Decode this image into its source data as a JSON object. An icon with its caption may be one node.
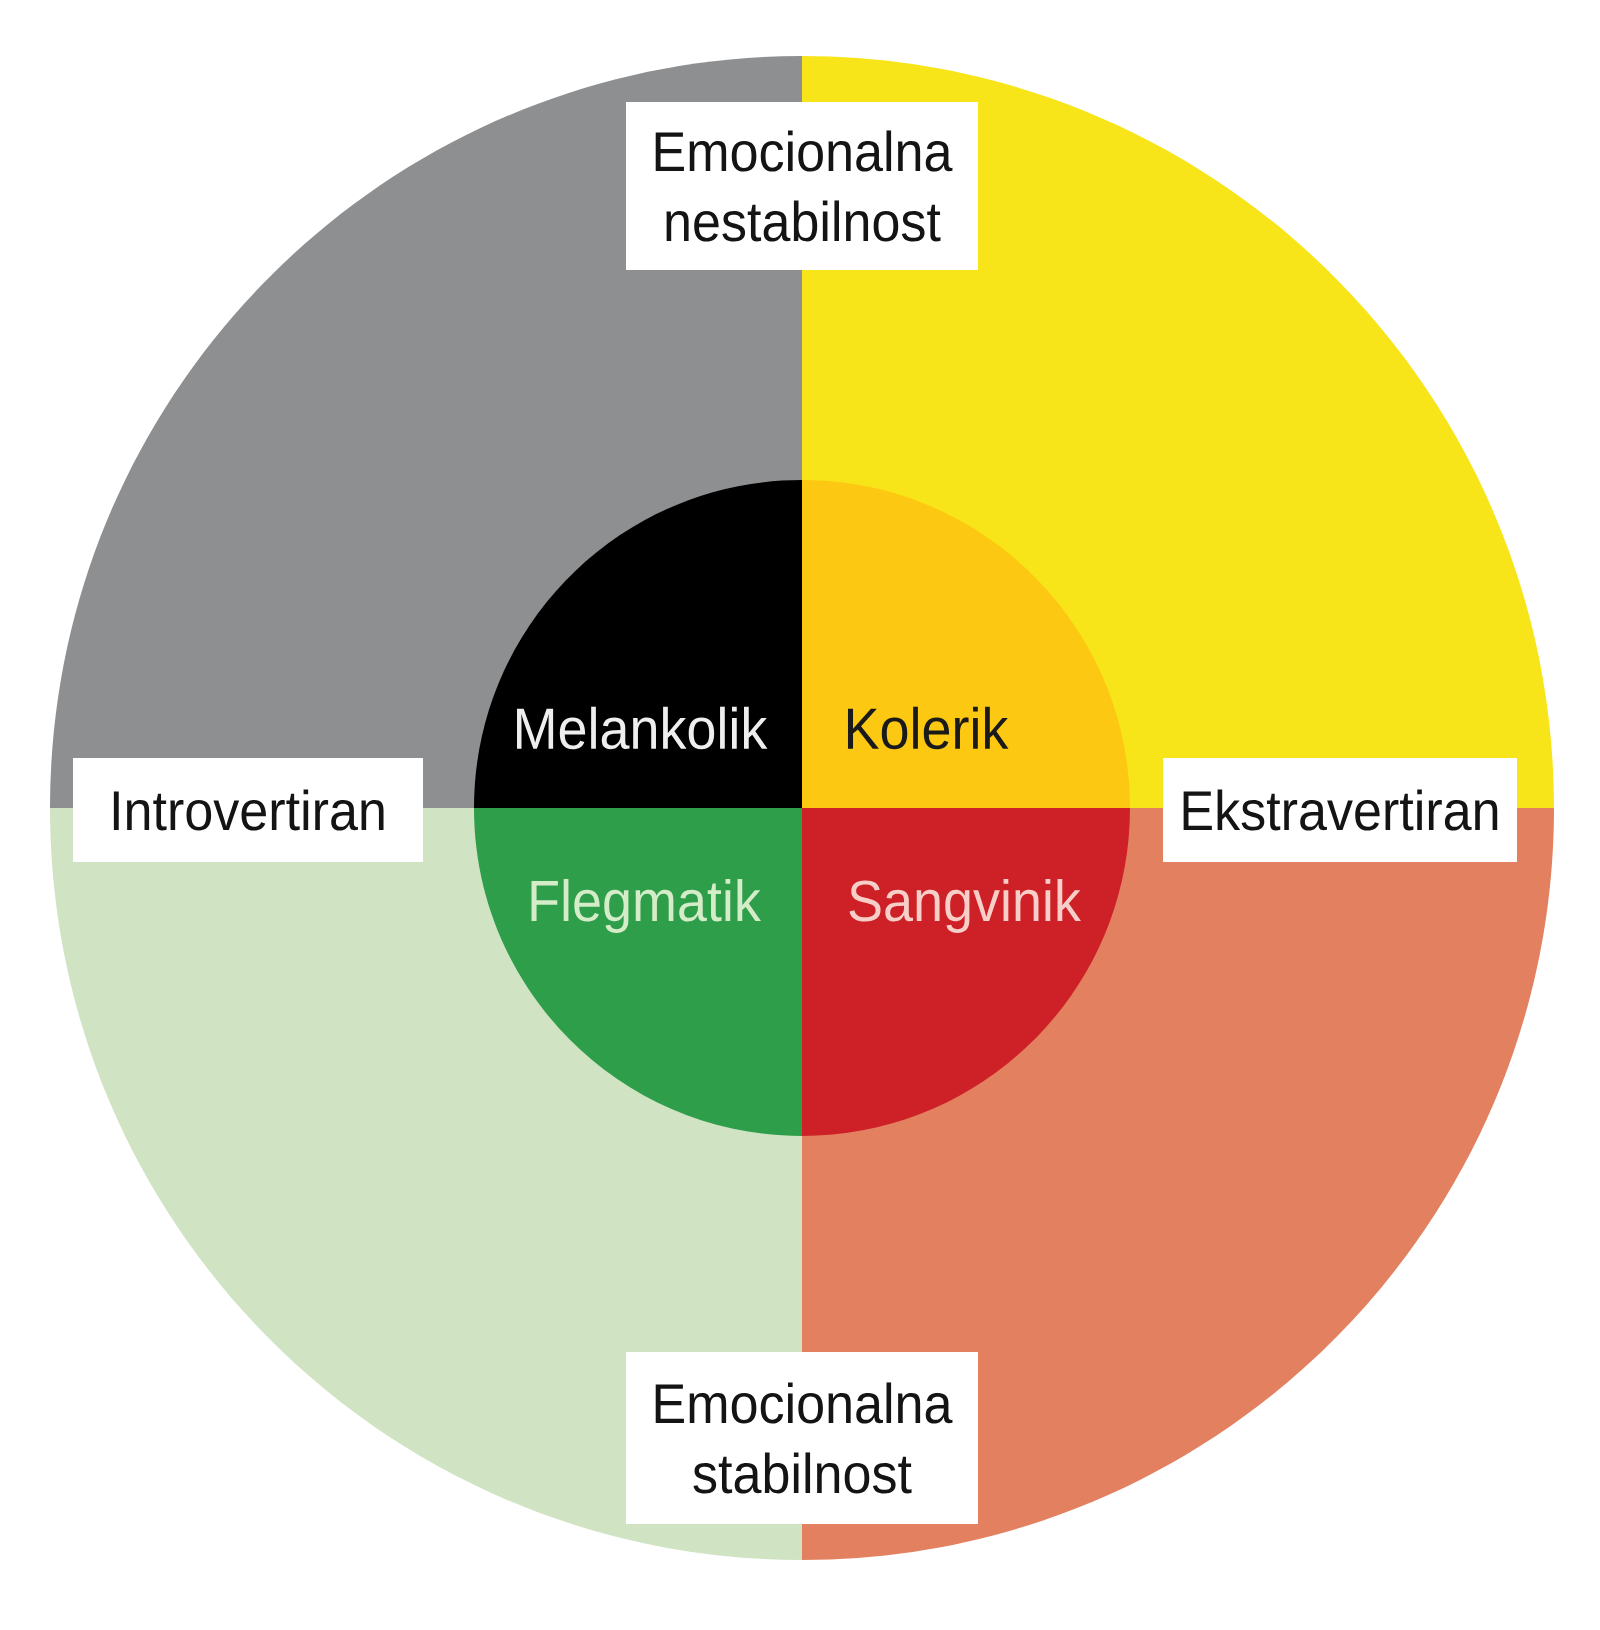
{
  "diagram": {
    "nodes": [
      {
        "text": [
          "Emocionalna nestabilnost"
        ]
      },
      {
        "text": [
          "Melankolik"
        ]
      },
      {
        "text": [
          "Kolerik"
        ]
      },
      {
        "text": [
          "Introvertiran"
        ]
      },
      {
        "text": [
          "Ekstravertiran"
        ]
      },
      {
        "text": [
          "Flegmatik"
        ]
      },
      {
        "text": [
          "Sangvinik"
        ]
      },
      {
        "text": [
          "Emocionalna stabilnost"
        ]
      }
    ]
  }
}
